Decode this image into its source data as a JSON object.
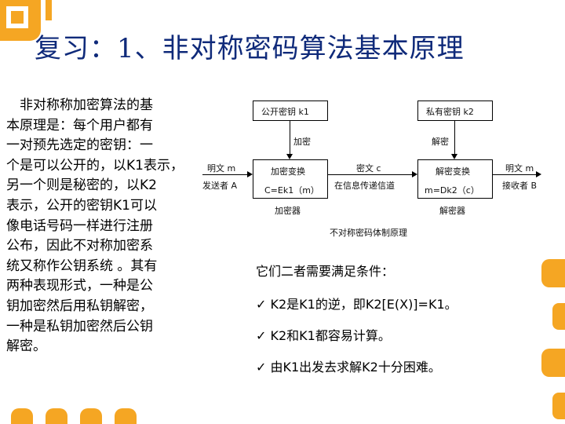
{
  "title": "复习：1、非对称密码算法基本原理",
  "left_paragraph": [
    "　非对称称加密算法的基",
    "本原理是：每个用户都有",
    "一对预先选定的密钥：一",
    "个是可以公开的，以K1表示，",
    "另一个则是秘密的，以K2",
    "表示，公开的密钥K1可以",
    "像电话号码一样进行注册",
    "公布，因此不对称加密系",
    "统又称作公钥系统 。其有",
    "两种表现形式，一种是公",
    "钥加密然后用私钥解密，",
    "一种是私钥加密然后公钥",
    "解密。"
  ],
  "diagram": {
    "public_key_box": "公开密钥 k1",
    "private_key_box": "私有密钥 k2",
    "encrypt_label": "加密",
    "decrypt_label": "解密",
    "plaintext_in": "明文 m",
    "sender": "发送者 A",
    "encrypt_box_top": "加密变换",
    "encrypt_box_bottom": "C=Ek1（m）",
    "ciphertext": "密文 c",
    "channel": "在信息传递信道",
    "decrypt_box_top": "解密变换",
    "decrypt_box_bottom": "m=Dk2（c）",
    "plaintext_out": "明文 m",
    "receiver": "接收者 B",
    "encryptor": "加密器",
    "decryptor": "解密器",
    "caption": "不对称密码体制原理"
  },
  "conditions": {
    "heading": "它们二者需要满足条件：",
    "items": [
      "✓ K2是K1的逆，即K2[E(X)]=K1。",
      "✓ K2和K1都容易计算。",
      "✓ 由K1出发去求解K2十分困难。"
    ]
  }
}
